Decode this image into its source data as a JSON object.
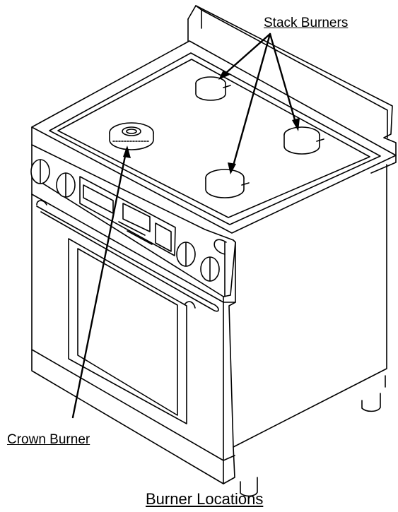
{
  "labels": {
    "stack_burners": "Stack Burners",
    "crown_burner": "Crown Burner",
    "caption": "Burner Locations"
  },
  "colors": {
    "line": "#000000",
    "background": "#ffffff"
  }
}
